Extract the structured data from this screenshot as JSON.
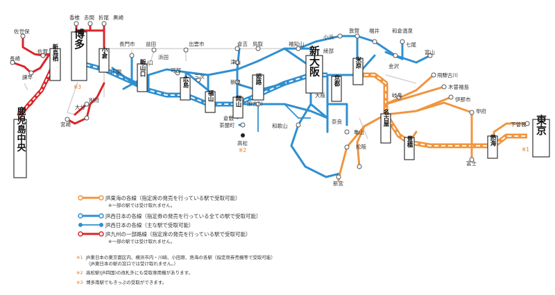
{
  "colors": {
    "jr_central": "#f0953f",
    "jr_west_all": "#2f8fd0",
    "jr_west_main": "#2f8fd0",
    "jr_kyushu": "#d9262b",
    "gray_line": "#cccccc",
    "note": "#e07a1f"
  },
  "stations": {
    "sasebo": "佐世保",
    "nagasaki": "長崎",
    "isahaya": "諫早",
    "saga": "佐賀",
    "kashii": "香椎",
    "akama": "赤間",
    "orio": "折尾",
    "kurosaki": "黒崎",
    "kagoshima": "鹿児島中央",
    "miyazaki": "宮崎",
    "oita": "大分",
    "beppu": "別府",
    "shin_tosu": "新鳥栖",
    "hakata": "博多",
    "kokura": "小倉",
    "shimonoseki": "下関",
    "nagatoshi": "長門市",
    "masuda": "益田",
    "yamaguchi": "山口",
    "hamada": "浜田",
    "shin_yamaguchi": "新山口",
    "izumoshi": "出雲市",
    "kabe": "可部",
    "hiroshima": "広島",
    "miyoshi": "三次",
    "fukuyama": "福山",
    "niimi": "新見",
    "kurayoshi": "倉吉",
    "tottori": "鳥取",
    "tsuyama": "津山",
    "okayama": "岡山",
    "chayamachi": "茶屋町",
    "kurashiki": "倉敷",
    "takamatsu": "高松",
    "himeji": "姫路",
    "kakogawa": "加古川",
    "fukuchiyama": "福知山",
    "obama": "小浜",
    "ayabe": "綾部",
    "tsuruga": "敦賀",
    "fukui": "福井",
    "wakuraonsen": "和倉温泉",
    "nanao": "七尾",
    "kanazawa": "金沢",
    "toyama": "富山",
    "shin_osaka": "新大阪",
    "osaka": "大阪",
    "kyoto": "京都",
    "maibara": "米原",
    "nara": "奈良",
    "wakayama": "和歌山",
    "shingu": "新宮",
    "kameyama": "亀山",
    "matsusaka": "松阪",
    "gifu": "岐阜",
    "hida_furukawa": "飛騨古川",
    "kiso_fukushima": "木曽福島",
    "iida": "伊那市",
    "kofu": "甲府",
    "nagoya": "名古屋",
    "toyohashi": "豊橋",
    "atami": "熱海",
    "fuji": "富士",
    "shimoga": "下曽我",
    "tokyo": "東京"
  },
  "notes": {
    "mark1": "※1",
    "mark2": "※2",
    "mark3": "※3"
  },
  "legend": {
    "central": "JR東海の各線（指定席の発売を行っている駅で受取可能）",
    "central_sub": "※一部の駅では受け取れません。",
    "west_all": "JR西日本の各線（指定券の発売を行っている全ての駅で受取可能）",
    "west_main": "JR西日本の各線（主な駅で受取可能）",
    "kyushu": "JR九州の一部路線（指定席の発売を行っている駅で受取可能）",
    "kyushu_sub": "※一部の駅では受け取れません。"
  },
  "footnotes": {
    "f1_mark": "※1",
    "f1": "JR東日本の東京都区内、横浜市内・川崎、小田原、熱海の各駅（指定席券売機等で受取可能）",
    "f1b": "（JR東日本の駅の窓口では受け取れません。）",
    "f2_mark": "※2",
    "f2": "高松駅(JR四国)の改札外にも受取専用機があります。",
    "f3_mark": "※3",
    "f3": "博多南駅でもきっぷの受取ができます。"
  }
}
